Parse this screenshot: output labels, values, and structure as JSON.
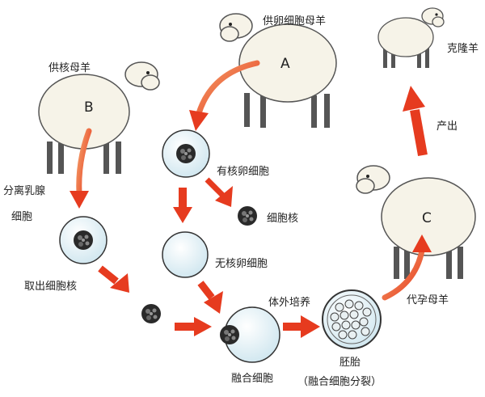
{
  "labels": {
    "egg_donor": "供卵细胞母羊",
    "sheep_a": "A",
    "nucleus_donor": "供核母羊",
    "sheep_b": "B",
    "separate_1": "分离乳腺",
    "separate_2": "细胞",
    "nucleated_egg": "有核卵细胞",
    "nucleus": "细胞核",
    "enucleated_egg": "无核卵细胞",
    "extract_nucleus": "取出细胞核",
    "fused_cell": "融合细胞",
    "in_vitro": "体外培养",
    "embryo": "胚胎",
    "embryo_note": "（融合细胞分裂）",
    "surrogate": "代孕母羊",
    "sheep_c": "C",
    "birth": "产出",
    "clone": "克隆羊"
  },
  "colors": {
    "arrow": "#e63b1f",
    "wool": "#f6f3e8",
    "nucleus": "#2a2a2a"
  }
}
